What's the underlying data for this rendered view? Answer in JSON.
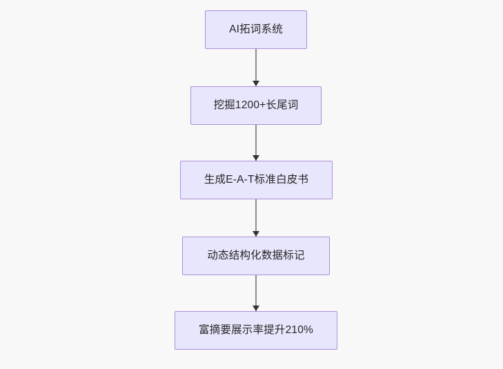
{
  "diagram": {
    "type": "flowchart",
    "direction": "top-to-bottom",
    "background_color": "#f8f8f8",
    "node_fill_color": "#e8e6fc",
    "node_border_color": "#ab8ed8",
    "edge_color": "#8d8d8d",
    "arrow_color": "#333333",
    "text_color": "#262626",
    "nodes": [
      {
        "id": "n1",
        "label": "AI拓词系统"
      },
      {
        "id": "n2",
        "label": "挖掘1200+长尾词"
      },
      {
        "id": "n3",
        "label": "生成E-A-T标准白皮书"
      },
      {
        "id": "n4",
        "label": "动态结构化数据标记"
      },
      {
        "id": "n5",
        "label": "富摘要展示率提升210%"
      }
    ],
    "edges": [
      {
        "id": "e1",
        "from": "n1",
        "to": "n2",
        "label": ""
      },
      {
        "id": "e2",
        "from": "n2",
        "to": "n3",
        "label": ""
      },
      {
        "id": "e3",
        "from": "n3",
        "to": "n4",
        "label": ""
      },
      {
        "id": "e4",
        "from": "n4",
        "to": "n5",
        "label": ""
      }
    ]
  }
}
